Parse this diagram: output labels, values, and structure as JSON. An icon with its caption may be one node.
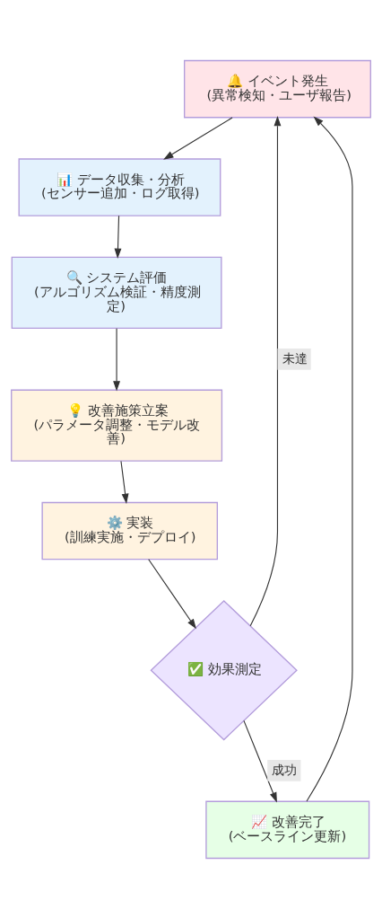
{
  "diagram": {
    "nodes": [
      {
        "text": [
          "🔔 イベント発生",
          "(異常検知・ユーザ報告)"
        ]
      },
      {
        "text": [
          "📊 データ収集・分析",
          "(センサー追加・ログ取得)"
        ]
      },
      {
        "text": [
          "🔍 システム評価",
          "(アルゴリズム検証・精度測定)"
        ]
      },
      {
        "text": [
          "💡 改善施策立案",
          "(パラメータ調整・モデル改善)"
        ]
      },
      {
        "text": [
          "⚙️ 実装",
          "(訓練実施・デプロイ)"
        ]
      },
      {
        "text": [
          "✅ 効果測定"
        ]
      },
      {
        "text": [
          "📈 改善完了",
          "(ベースライン更新)"
        ]
      }
    ],
    "edges": [
      {
        "from": 0,
        "to": 1,
        "arrow": "to"
      },
      {
        "from": 1,
        "to": 2,
        "arrow": "to"
      },
      {
        "from": 2,
        "to": 3,
        "arrow": "to"
      },
      {
        "from": 3,
        "to": 4,
        "arrow": "to"
      },
      {
        "from": 4,
        "to": 5,
        "arrow": "to"
      },
      {
        "from": 5,
        "to": 0,
        "arrow": "to",
        "label": "未達"
      },
      {
        "from": 5,
        "to": 6,
        "arrow": "to",
        "label": "成功"
      },
      {
        "from": 6,
        "to": 0,
        "arrow": "to"
      }
    ]
  }
}
